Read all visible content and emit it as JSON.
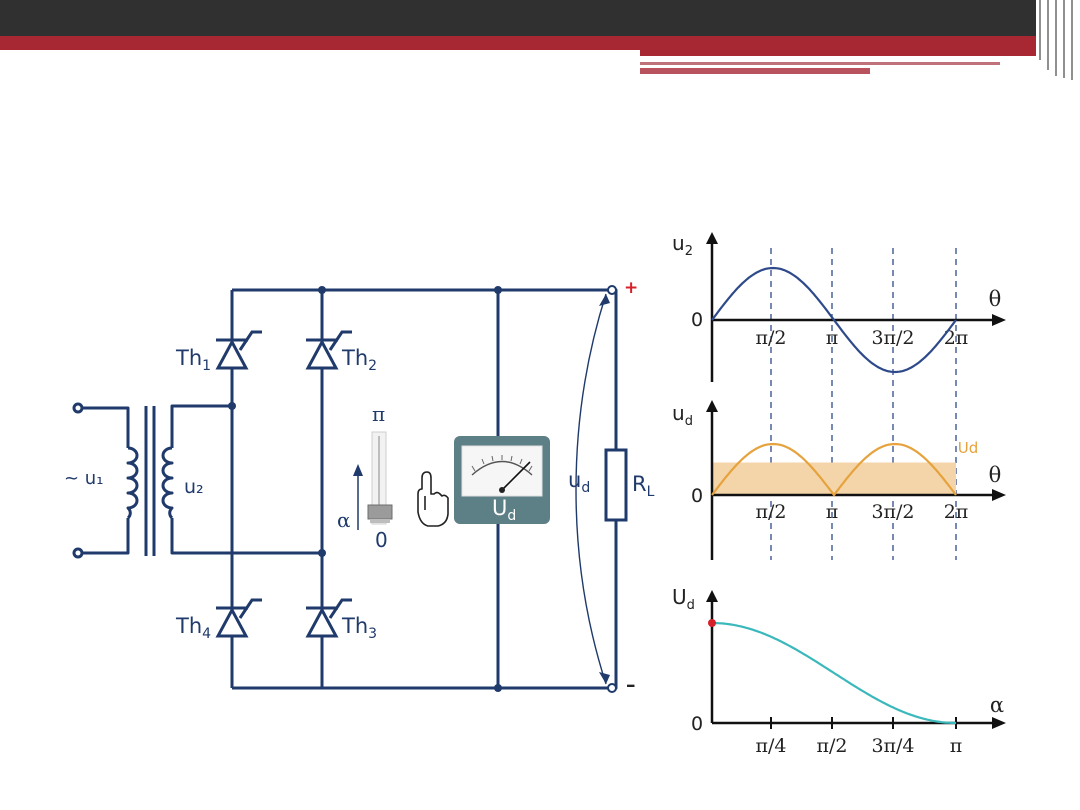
{
  "circuit": {
    "source_label": "~ u₁",
    "secondary_label": "u₂",
    "thyristors": {
      "th1": "Th",
      "th1_sub": "1",
      "th2": "Th",
      "th2_sub": "2",
      "th3": "Th",
      "th3_sub": "3",
      "th4": "Th",
      "th4_sub": "4"
    },
    "slider": {
      "top": "π",
      "bottom": "0",
      "alpha": "α"
    },
    "meter": {
      "label": "U",
      "label_sub": "d"
    },
    "output_voltage": "u",
    "output_voltage_sub": "d",
    "load": "R",
    "load_sub": "L",
    "plus": "+",
    "minus": "–"
  },
  "colors": {
    "circuit": "#1f3a6b",
    "u2_curve": "#2e4a8a",
    "ud_curve": "#e6a23c",
    "ud_fill": "#f4d5a9",
    "Ud_curve": "#3bb8bb",
    "highlight": "#d8202a",
    "meter_body": "#5d7f86"
  },
  "chart_data": [
    {
      "type": "line",
      "ylabel": "u",
      "ylabel_sub": "2",
      "xlabel": "θ",
      "origin": "0",
      "tick_labels": [
        "π/2",
        "π",
        "3π/2",
        "2π"
      ],
      "x": [
        0,
        0.785,
        1.571,
        2.356,
        3.142,
        3.927,
        4.712,
        5.498,
        6.283
      ],
      "series": [
        {
          "values": [
            0,
            0.707,
            1,
            0.707,
            0,
            -0.707,
            -1,
            -0.707,
            0
          ]
        }
      ]
    },
    {
      "type": "area",
      "ylabel": "u",
      "ylabel_sub": "d",
      "xlabel": "θ",
      "origin": "0",
      "tick_labels": [
        "π/2",
        "π",
        "3π/2",
        "2π"
      ],
      "band_label": "Ud",
      "band_value": 0.637,
      "x": [
        0,
        0.785,
        1.571,
        2.356,
        3.142,
        3.927,
        4.712,
        5.498,
        6.283
      ],
      "series": [
        {
          "values": [
            0,
            0.707,
            1,
            0.707,
            0,
            0.707,
            1,
            0.707,
            0
          ]
        }
      ]
    },
    {
      "type": "line",
      "ylabel": "U",
      "ylabel_sub": "d",
      "xlabel": "α",
      "origin": "0",
      "tick_labels": [
        "π/4",
        "π/2",
        "3π/4",
        "π"
      ],
      "x": [
        0,
        0.785,
        1.571,
        2.356,
        3.142
      ],
      "series": [
        {
          "values": [
            1,
            0.854,
            0.5,
            0.146,
            0
          ]
        }
      ]
    }
  ]
}
